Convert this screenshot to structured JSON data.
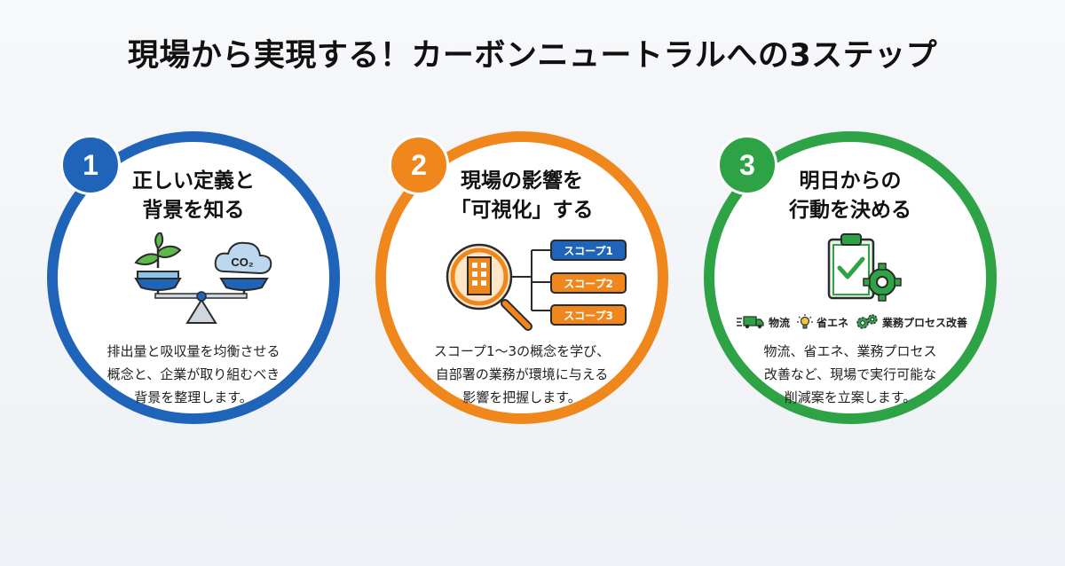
{
  "title": "現場から実現する！カーボンニュートラルへの3ステップ",
  "colors": {
    "step1": "#1f64b8",
    "step2": "#f0871d",
    "step3": "#2ea345"
  },
  "steps": [
    {
      "number": "1",
      "heading": [
        "正しい定義と",
        "背景を知る"
      ],
      "illustration": {
        "icons": [
          "sprout-icon",
          "co2-cloud-icon",
          "balance-scale-icon"
        ],
        "co2_label": "CO₂"
      },
      "body": [
        "排出量と吸収量を均衡させる",
        "概念と、企業が取り組むべき",
        "背景を整理します。"
      ]
    },
    {
      "number": "2",
      "heading": [
        "現場の影響を",
        "「可視化」する"
      ],
      "illustration": {
        "icons": [
          "magnifier-building-icon"
        ],
        "scopes": [
          "スコープ1",
          "スコープ2",
          "スコープ3"
        ]
      },
      "body": [
        "スコープ1〜3の概念を学び、",
        "自部署の業務が環境に与える",
        "影響を把握します。"
      ]
    },
    {
      "number": "3",
      "heading": [
        "明日からの",
        "行動を決める"
      ],
      "illustration": {
        "icons": [
          "clipboard-check-gear-icon"
        ]
      },
      "categories": [
        {
          "icon": "truck-icon",
          "label": "物流"
        },
        {
          "icon": "lightbulb-icon",
          "label": "省エネ"
        },
        {
          "icon": "gears-icon",
          "label": "業務プロセス改善"
        }
      ],
      "body": [
        "物流、省エネ、業務プロセス",
        "改善など、現場で実行可能な",
        "削減案を立案します。"
      ]
    }
  ]
}
